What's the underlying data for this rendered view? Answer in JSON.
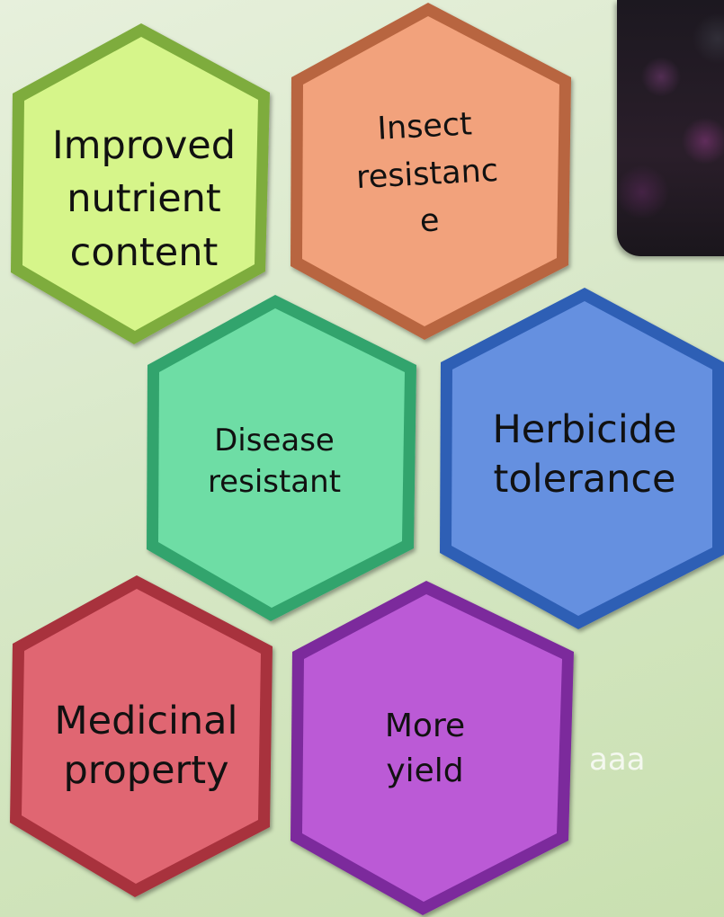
{
  "hexagons": [
    {
      "id": "improved-nutrient",
      "lines": [
        "Improved",
        "nutrient",
        "content"
      ],
      "fill": "#d6f58a",
      "edge": "#7eac3c"
    },
    {
      "id": "insect-resistance",
      "lines": [
        "Insect",
        "resistanc",
        "e"
      ],
      "fill": "#f2a27c",
      "edge": "#b8653f"
    },
    {
      "id": "disease-resistant",
      "lines": [
        "Disease",
        "resistant"
      ],
      "fill": "#6edda5",
      "edge": "#31a46d"
    },
    {
      "id": "herbicide-tolerance",
      "lines": [
        "Herbicide",
        "tolerance"
      ],
      "fill": "#6590e0",
      "edge": "#2f5fb5"
    },
    {
      "id": "medicinal-property",
      "lines": [
        "Medicinal",
        "property"
      ],
      "fill": "#e06672",
      "edge": "#a8323e"
    },
    {
      "id": "more-yield",
      "lines": [
        "More",
        "yield"
      ],
      "fill": "#bb5ad6",
      "edge": "#7b2c9c"
    }
  ],
  "stray_text": "aaa"
}
